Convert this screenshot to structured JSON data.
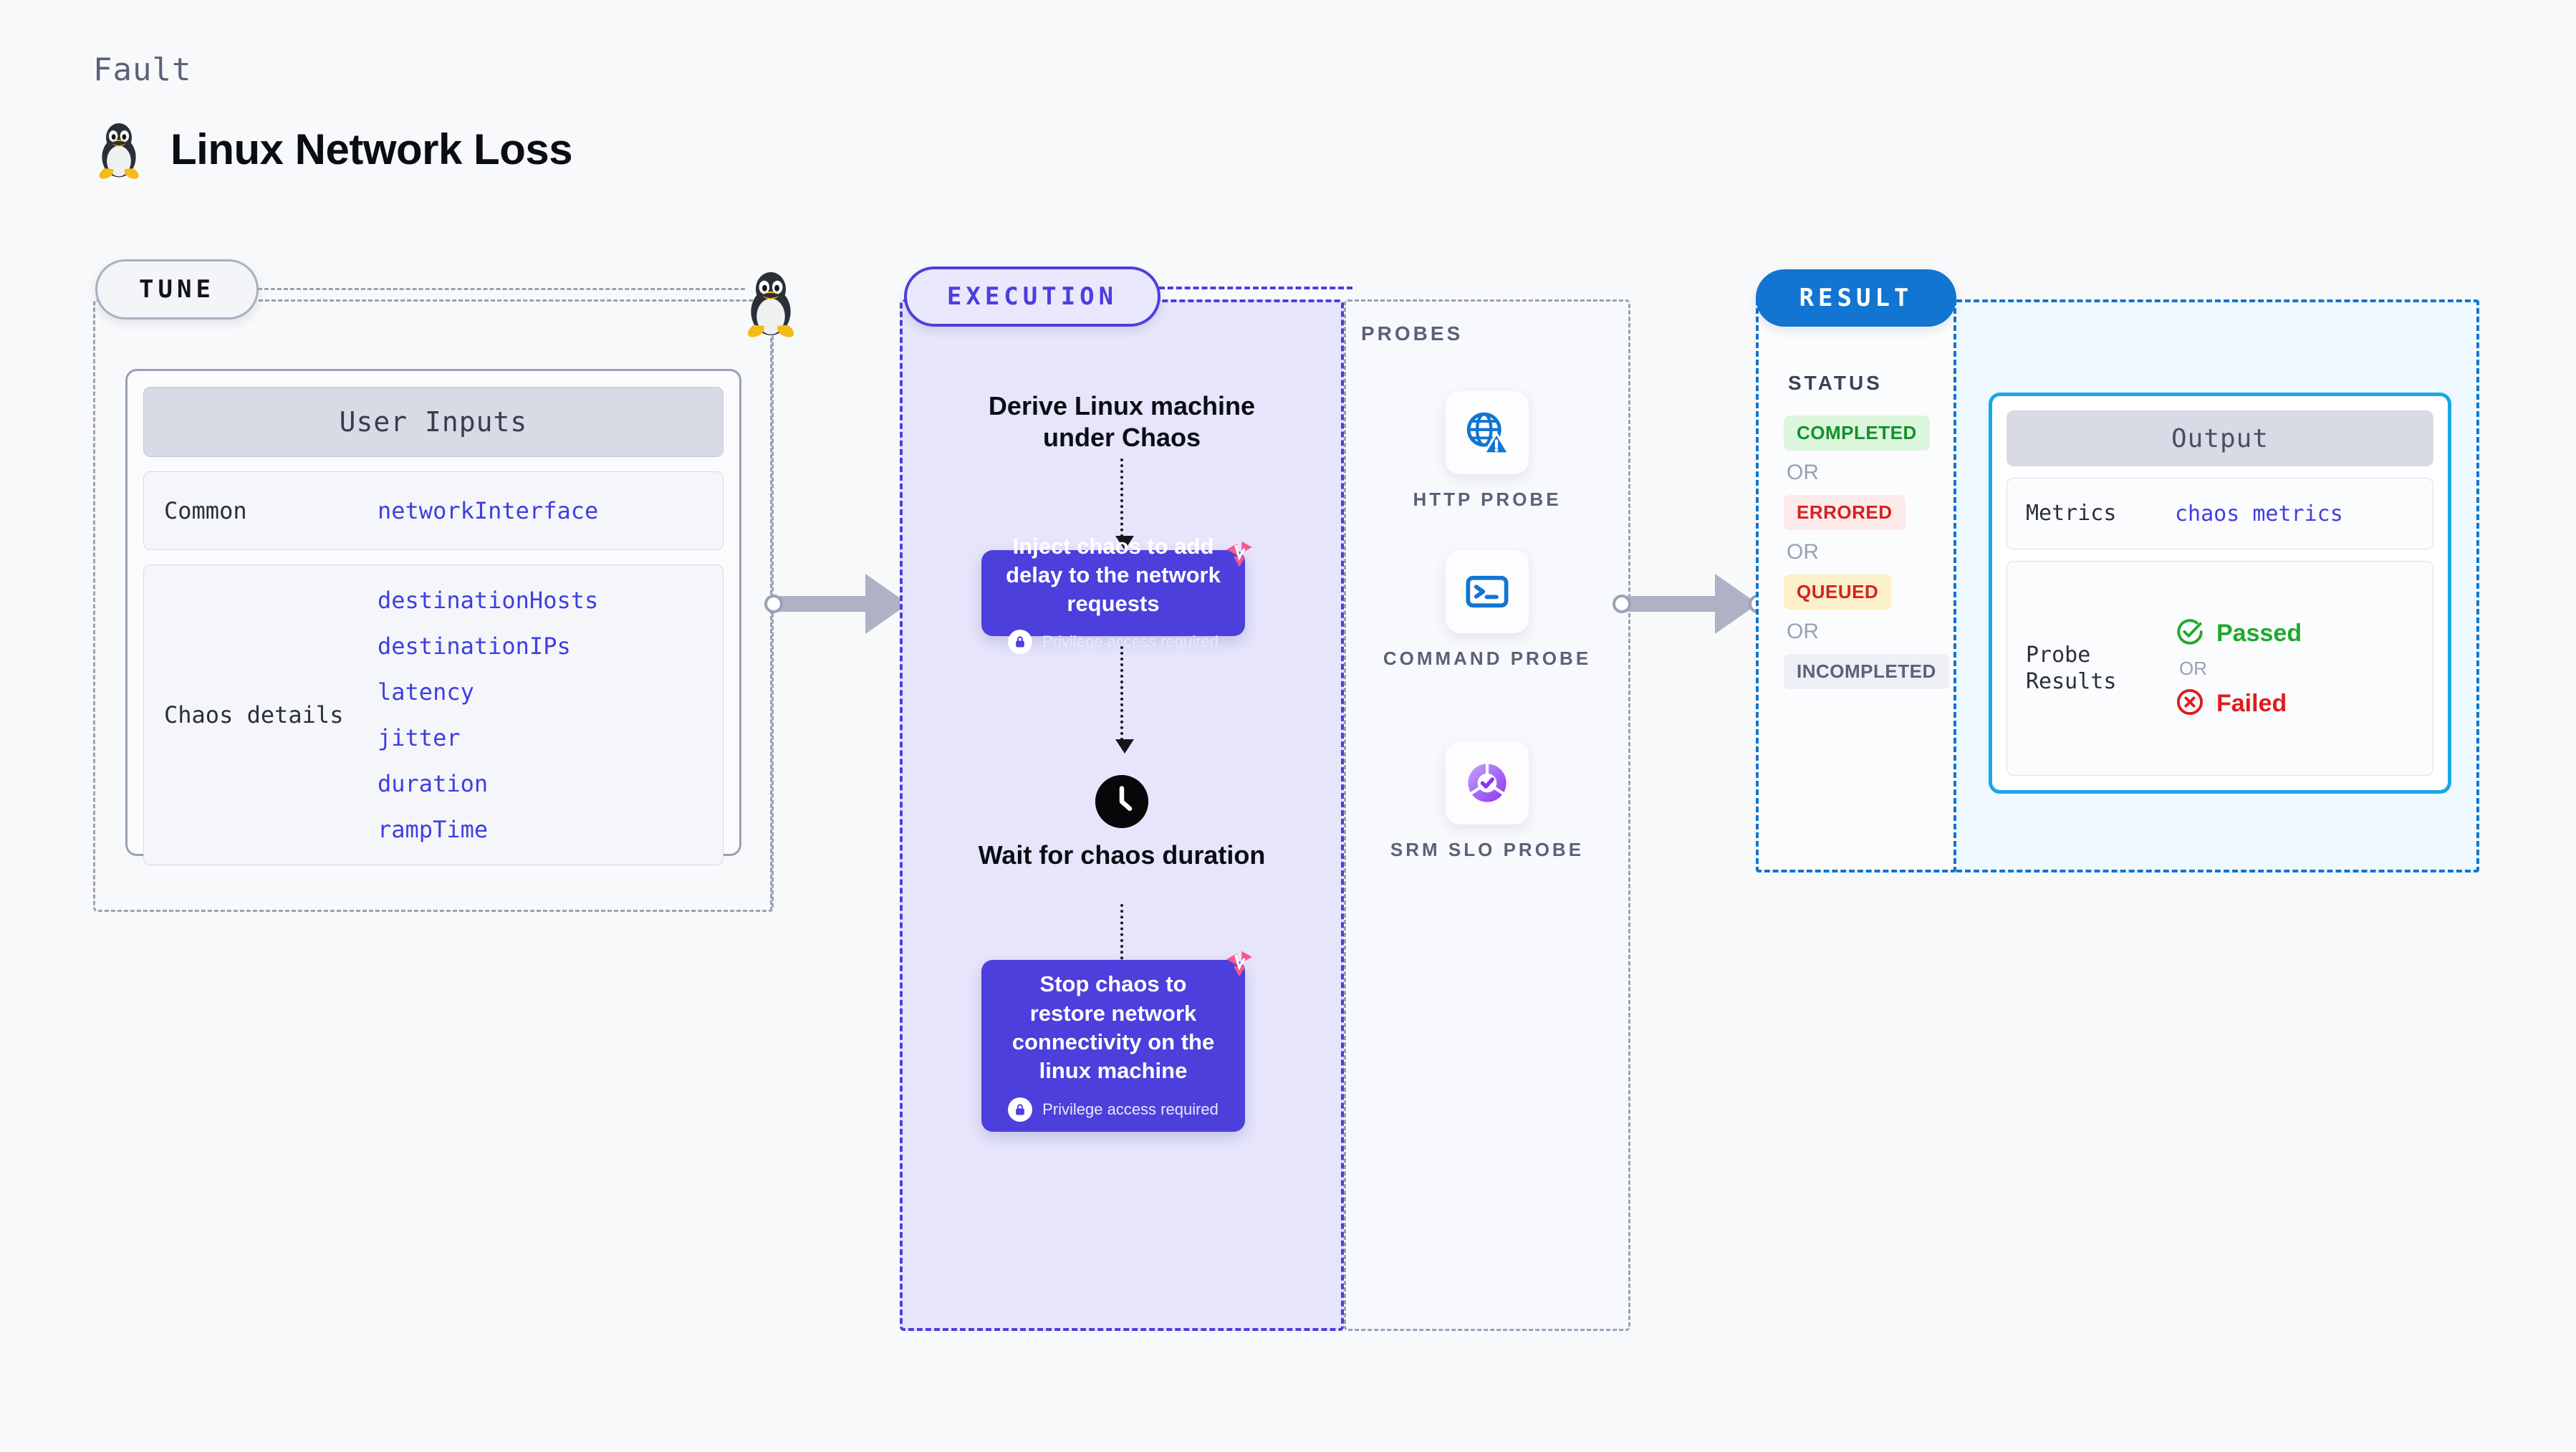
{
  "header": {
    "kicker": "Fault",
    "title": "Linux Network Loss",
    "icon": "linux-penguin-icon"
  },
  "colors": {
    "page_bg": "#f8f9fb",
    "tune_border": "#9aa1b3",
    "execution_accent": "#4c3fdc",
    "execution_bg": "#e6e5fb",
    "probes_border": "#9aa1b3",
    "result_accent": "#1275d1",
    "result_bg": "#eefaff",
    "output_border": "#1aa6e8",
    "param_value": "#3f3fe0",
    "litmus_pink": "#f9568f",
    "passed_green": "#1fa92c",
    "failed_red": "#e01b1b"
  },
  "tune": {
    "badge": "TUNE",
    "node_icon": "linux-penguin-icon",
    "card": {
      "header": "User Inputs",
      "blocks": [
        {
          "label": "Common",
          "values": [
            "networkInterface"
          ]
        },
        {
          "label": "Chaos details",
          "values": [
            "destinationHosts",
            "destinationIPs",
            "latency",
            "jitter",
            "duration",
            "rampTime"
          ]
        }
      ]
    }
  },
  "execution": {
    "badge": "EXECUTION",
    "steps": [
      {
        "type": "label",
        "text": "Derive Linux machine under Chaos"
      },
      {
        "type": "task",
        "title": "Inject chaos to add delay to the network requests",
        "note": "Privilege access required",
        "note_icon": "lock-icon",
        "corner_icon": "litmus-logo-icon"
      },
      {
        "type": "label",
        "text": "Wait for chaos duration",
        "icon": "clock-icon"
      },
      {
        "type": "task",
        "title": "Stop chaos to restore network connectivity on the linux machine",
        "note": "Privilege access required",
        "note_icon": "lock-icon",
        "corner_icon": "litmus-logo-icon"
      }
    ]
  },
  "probes": {
    "title": "PROBES",
    "items": [
      {
        "label": "HTTP PROBE",
        "icon": "globe-warning-icon"
      },
      {
        "label": "COMMAND PROBE",
        "icon": "terminal-icon"
      },
      {
        "label": "SRM SLO PROBE",
        "icon": "slo-donut-check-icon"
      }
    ]
  },
  "result": {
    "badge": "RESULT",
    "status_title": "STATUS",
    "or_text": "OR",
    "statuses": [
      {
        "label": "COMPLETED",
        "bg": "#dcf5dd",
        "fg": "#13912a"
      },
      {
        "label": "ERRORED",
        "bg": "#fdeaea",
        "fg": "#d32222"
      },
      {
        "label": "QUEUED",
        "bg": "#fcf0c8",
        "fg": "#d32222"
      },
      {
        "label": "INCOMPLETED",
        "bg": "#eef0f6",
        "fg": "#5b6178"
      }
    ],
    "output": {
      "header": "Output",
      "metrics_label": "Metrics",
      "metrics_value": "chaos metrics",
      "probe_label": "Probe Results",
      "verdict_passed": "Passed",
      "verdict_failed": "Failed",
      "verdict_or": "OR",
      "passed_icon": "check-circle-icon",
      "failed_icon": "x-circle-icon"
    }
  }
}
